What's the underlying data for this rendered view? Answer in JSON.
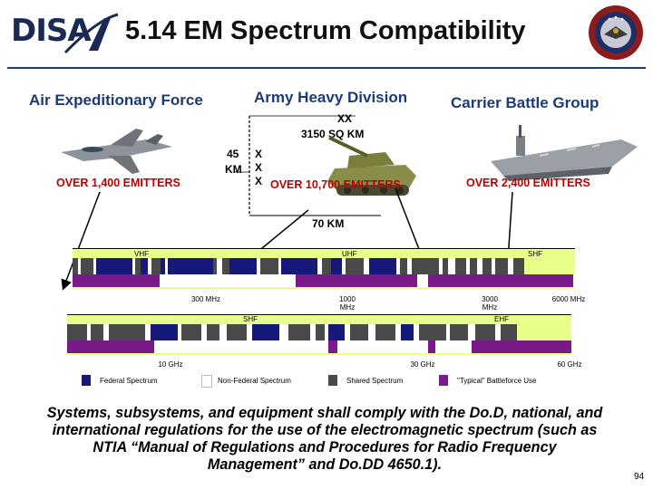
{
  "header": {
    "logo_text": "DISA",
    "title": "5.14 EM Spectrum Compatibility"
  },
  "forces": {
    "air": {
      "name": "Air Expeditionary Force",
      "emitters": "OVER 1,400 EMITTERS"
    },
    "army": {
      "name": "Army Heavy Division",
      "emitters": "OVER 10,700 EMITTERS",
      "xx": "XX",
      "area": "3150 SQ KM",
      "dim_left_1": "45",
      "dim_left_2": "KM",
      "x_marks": [
        "X",
        "X",
        "X"
      ],
      "width_label": "70 KM"
    },
    "navy": {
      "name": "Carrier Battle Group",
      "emitters": "OVER 2,400 EMITTERS"
    }
  },
  "spectrum": {
    "bar1": {
      "bands": [
        "VHF",
        "UHF",
        "SHF"
      ]
    },
    "ticks1": [
      "300 MHz",
      "1000 MHz",
      "3000 MHz",
      "6000 MHz"
    ],
    "bar2": {
      "bands": [
        "SHF",
        "EHF"
      ]
    },
    "ticks2": [
      "10 GHz",
      "30 GHz",
      "60 GHz"
    ],
    "legend": [
      "Federal Spectrum",
      "Non-Federal Spectrum",
      "Shared Spectrum",
      "\"Typical\" Battleforce Use"
    ],
    "colors": {
      "federal": "#17197a",
      "nonfederal": "#ffffff",
      "shared": "#4a4a4a",
      "battleforce": "#7a1a8a",
      "band_bg": "#e8ff8a"
    }
  },
  "footer": {
    "statement_lines": [
      "Systems, subsystems, and equipment shall comply with the Do.D, national, and",
      "international regulations for the use of the electromagnetic spectrum (such as",
      "NTIA “Manual of Regulations and Procedures for Radio Frequency",
      "Management” and Do.DD 4650.1)."
    ],
    "page_number": "94"
  }
}
